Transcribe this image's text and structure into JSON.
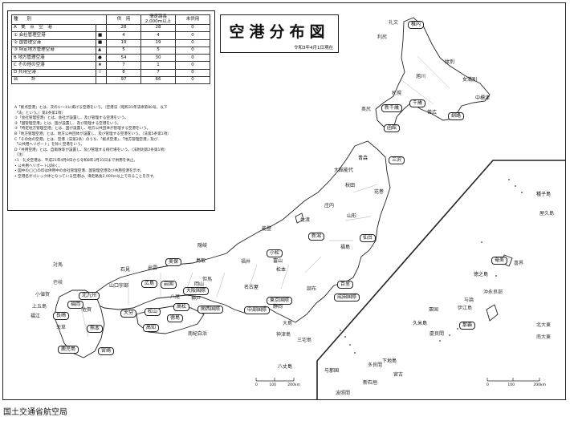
{
  "title": "空港分布図",
  "date": "令和3年4月1日現在",
  "credit": "国土交通省航空局",
  "legend": {
    "headers": [
      "種　　別",
      "供　用",
      "滑走路長 2,000ｍ以上",
      "未供用"
    ],
    "rows": [
      {
        "label": "A　拠　点　空　港",
        "sym": "",
        "a": "28",
        "b": "28",
        "c": "0"
      },
      {
        "label": "① 会社管理空港",
        "sym": "■",
        "a": "4",
        "b": "4",
        "c": "0"
      },
      {
        "label": "② 国管理空港",
        "sym": "■",
        "a": "19",
        "b": "19",
        "c": "0"
      },
      {
        "label": "③ 特定地方管理空港",
        "sym": "▲",
        "a": "5",
        "b": "5",
        "c": "0"
      },
      {
        "label": "B 地方管理空港",
        "sym": "●",
        "a": "54",
        "b": "30",
        "c": "0"
      },
      {
        "label": "C その他の空港",
        "sym": "★",
        "a": "7",
        "b": "1",
        "c": "0"
      },
      {
        "label": "D 共用空港",
        "sym": "☆",
        "a": "8",
        "b": "7",
        "c": "0"
      },
      {
        "label": "合　　　計",
        "sym": "",
        "a": "97",
        "b": "66",
        "c": "0"
      }
    ],
    "notes": [
      "A「拠点空港」とは、次の①～③に掲げる空港をいう。（空港法（昭和31年法律第80号。以下",
      "「法」という。）第4条第1項）",
      "①「会社管理空港」とは、会社が設置し、及び管理する空港をいう。",
      "②「国管理空港」とは、国が設置し、及び管理する空港をいう。",
      "③「特定地方管理空港」とは、国が設置し、地方公共団体が管理する空港をいう。",
      "B「地方管理空港」とは、地方公共団体が設置し、及び管理する空港をいう。（法第5条第1項）",
      "C「その他の空港」とは、空港（法第2条）のうち、「拠点空港」、「地方管理空港」及び",
      "「公共用ヘリポート」を除く空港をいう。",
      "D「共用空港」とは、自衛隊等が設置し、及び管理する飛行場をいう。（法附則第2条第1項）",
      "（注）",
      "•1　礼文空港は、平成21年4月9日から令和8年3月31日まで供用を休止。",
      "• 公共用ヘリポートは除く。",
      "• 図中の◯◯の印は供用中の会社管理空港、国管理空港及び共用空港を示す。",
      "• 空港名がゴシック体となっている空港は、滑走路長2,000ｍ以上であることを示す。"
    ]
  },
  "airports": [
    {
      "n": "稚内",
      "s": "boxed"
    },
    {
      "n": "礼文",
      "s": "serif"
    },
    {
      "n": "利尻",
      "s": "serif"
    },
    {
      "n": "紋別",
      "s": "sans"
    },
    {
      "n": "旭川",
      "s": "sans"
    },
    {
      "n": "女満別",
      "s": "sans"
    },
    {
      "n": "中標津",
      "s": "sans"
    },
    {
      "n": "札幌",
      "s": "serif"
    },
    {
      "n": "千歳",
      "s": "boxed"
    },
    {
      "n": "新千歳",
      "s": "boxed"
    },
    {
      "n": "帯広",
      "s": "sans"
    },
    {
      "n": "釧路",
      "s": "boxed"
    },
    {
      "n": "奥尻",
      "s": "serif"
    },
    {
      "n": "函館",
      "s": "boxed"
    },
    {
      "n": "青森",
      "s": "sans"
    },
    {
      "n": "三沢",
      "s": "boxed"
    },
    {
      "n": "大館能代",
      "s": "sans"
    },
    {
      "n": "秋田",
      "s": "sans"
    },
    {
      "n": "花巻",
      "s": "sans"
    },
    {
      "n": "庄内",
      "s": "sans"
    },
    {
      "n": "山形",
      "s": "sans"
    },
    {
      "n": "仙台",
      "s": "boxed"
    },
    {
      "n": "佐渡",
      "s": "serif"
    },
    {
      "n": "新潟",
      "s": "boxed"
    },
    {
      "n": "福島",
      "s": "sans"
    },
    {
      "n": "能登",
      "s": "sans"
    },
    {
      "n": "小松",
      "s": "boxed"
    },
    {
      "n": "富山",
      "s": "sans"
    },
    {
      "n": "松本",
      "s": "sans"
    },
    {
      "n": "福井",
      "s": "serif"
    },
    {
      "n": "百里",
      "s": "boxed"
    },
    {
      "n": "成田国際",
      "s": "boxed"
    },
    {
      "n": "調布",
      "s": "serif"
    },
    {
      "n": "東京国際",
      "s": "boxed"
    },
    {
      "n": "名古屋",
      "s": "sans"
    },
    {
      "n": "静岡",
      "s": "sans"
    },
    {
      "n": "中部国際",
      "s": "boxed"
    },
    {
      "n": "大島",
      "s": "serif"
    },
    {
      "n": "神津島",
      "s": "serif"
    },
    {
      "n": "三宅島",
      "s": "serif"
    },
    {
      "n": "八丈島",
      "s": "sans"
    },
    {
      "n": "隠岐",
      "s": "sans"
    },
    {
      "n": "出雲",
      "s": "sans"
    },
    {
      "n": "美保",
      "s": "boxed"
    },
    {
      "n": "鳥取",
      "s": "sans"
    },
    {
      "n": "但馬",
      "s": "serif"
    },
    {
      "n": "岡山",
      "s": "sans"
    },
    {
      "n": "大阪国際",
      "s": "boxed"
    },
    {
      "n": "神戸",
      "s": "sans"
    },
    {
      "n": "関西国際",
      "s": "boxed"
    },
    {
      "n": "南紀白浜",
      "s": "sans"
    },
    {
      "n": "八尾",
      "s": "serif"
    },
    {
      "n": "広島",
      "s": "boxed"
    },
    {
      "n": "石見",
      "s": "sans"
    },
    {
      "n": "岩国",
      "s": "boxed"
    },
    {
      "n": "山口宇部",
      "s": "sans"
    },
    {
      "n": "北九州",
      "s": "boxed"
    },
    {
      "n": "福岡",
      "s": "boxed"
    },
    {
      "n": "松山",
      "s": "boxed"
    },
    {
      "n": "高松",
      "s": "boxed"
    },
    {
      "n": "徳島",
      "s": "boxed"
    },
    {
      "n": "高知",
      "s": "boxed"
    },
    {
      "n": "大分",
      "s": "boxed"
    },
    {
      "n": "佐賀",
      "s": "sans"
    },
    {
      "n": "長崎",
      "s": "boxed"
    },
    {
      "n": "熊本",
      "s": "boxed"
    },
    {
      "n": "宮崎",
      "s": "boxed"
    },
    {
      "n": "鹿児島",
      "s": "boxed"
    },
    {
      "n": "対馬",
      "s": "serif"
    },
    {
      "n": "壱岐",
      "s": "serif"
    },
    {
      "n": "小値賀",
      "s": "serif"
    },
    {
      "n": "福江",
      "s": "sans"
    },
    {
      "n": "上五島",
      "s": "serif"
    },
    {
      "n": "天草",
      "s": "serif"
    },
    {
      "n": "種子島",
      "s": "sans"
    },
    {
      "n": "屋久島",
      "s": "serif"
    },
    {
      "n": "奄美",
      "s": "boxed"
    },
    {
      "n": "喜界",
      "s": "serif"
    },
    {
      "n": "徳之島",
      "s": "sans"
    },
    {
      "n": "沖永良部",
      "s": "serif"
    },
    {
      "n": "与論",
      "s": "serif"
    },
    {
      "n": "伊江島",
      "s": "serif"
    },
    {
      "n": "粟国",
      "s": "serif"
    },
    {
      "n": "那覇",
      "s": "boxed"
    },
    {
      "n": "久米島",
      "s": "sans"
    },
    {
      "n": "慶良間",
      "s": "serif"
    },
    {
      "n": "北大東",
      "s": "serif"
    },
    {
      "n": "南大東",
      "s": "serif"
    },
    {
      "n": "多良間",
      "s": "serif"
    },
    {
      "n": "下地島",
      "s": "sans"
    },
    {
      "n": "宮古",
      "s": "sans"
    },
    {
      "n": "与那国",
      "s": "sans"
    },
    {
      "n": "新石垣",
      "s": "sans"
    },
    {
      "n": "波照間",
      "s": "serif"
    }
  ],
  "scale": {
    "main": [
      "0",
      "100",
      "200km"
    ],
    "inset": [
      "0",
      "100",
      "200km"
    ]
  }
}
